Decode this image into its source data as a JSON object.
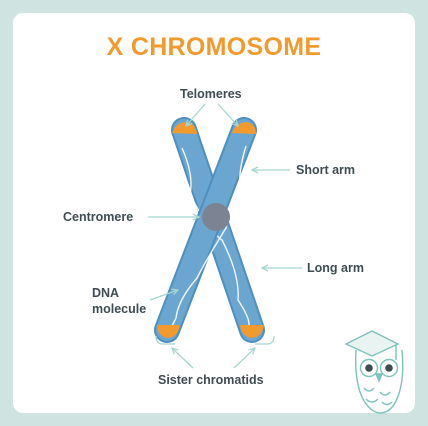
{
  "title": "X CHROMOSOME",
  "labels": {
    "telomeres": "Telomeres",
    "short_arm": "Short arm",
    "centromere": "Centromere",
    "long_arm": "Long arm",
    "dna_line1": "DNA",
    "dna_line2": "molecule",
    "sister_chromatids": "Sister chromatids"
  },
  "colors": {
    "title": "#f39a2e",
    "chromatid": "#6aa6cf",
    "chromatid_outline": "#4f8fbd",
    "telomere": "#f39a2e",
    "centromere": "#7c8494",
    "pointer": "#a8d6cf",
    "background": "#cfe3e1"
  },
  "decoration": {
    "mascot": "owl-scholar-icon"
  }
}
